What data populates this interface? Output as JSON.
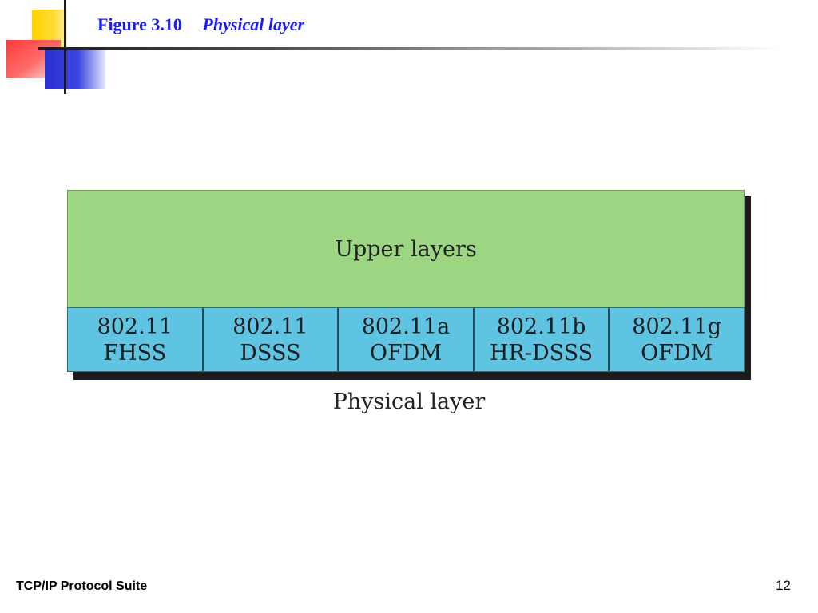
{
  "slide": {
    "figure_number": "Figure 3.10",
    "figure_caption": "Physical layer",
    "footer_title": "TCP/IP Protocol Suite",
    "page_number": "12"
  },
  "diagram": {
    "upper_layer_label": "Upper layers",
    "physical_layer_label": "Physical layer",
    "physical_specs": [
      {
        "standard": "802.11",
        "technique": "FHSS"
      },
      {
        "standard": "802.11",
        "technique": "DSSS"
      },
      {
        "standard": "802.11a",
        "technique": "OFDM"
      },
      {
        "standard": "802.11b",
        "technique": "HR-DSSS"
      },
      {
        "standard": "802.11g",
        "technique": "OFDM"
      }
    ],
    "colors": {
      "upper_layer_fill": "#9dd682",
      "physical_layer_fill": "#5fc3e2",
      "title_color": "#1a1aff"
    }
  }
}
